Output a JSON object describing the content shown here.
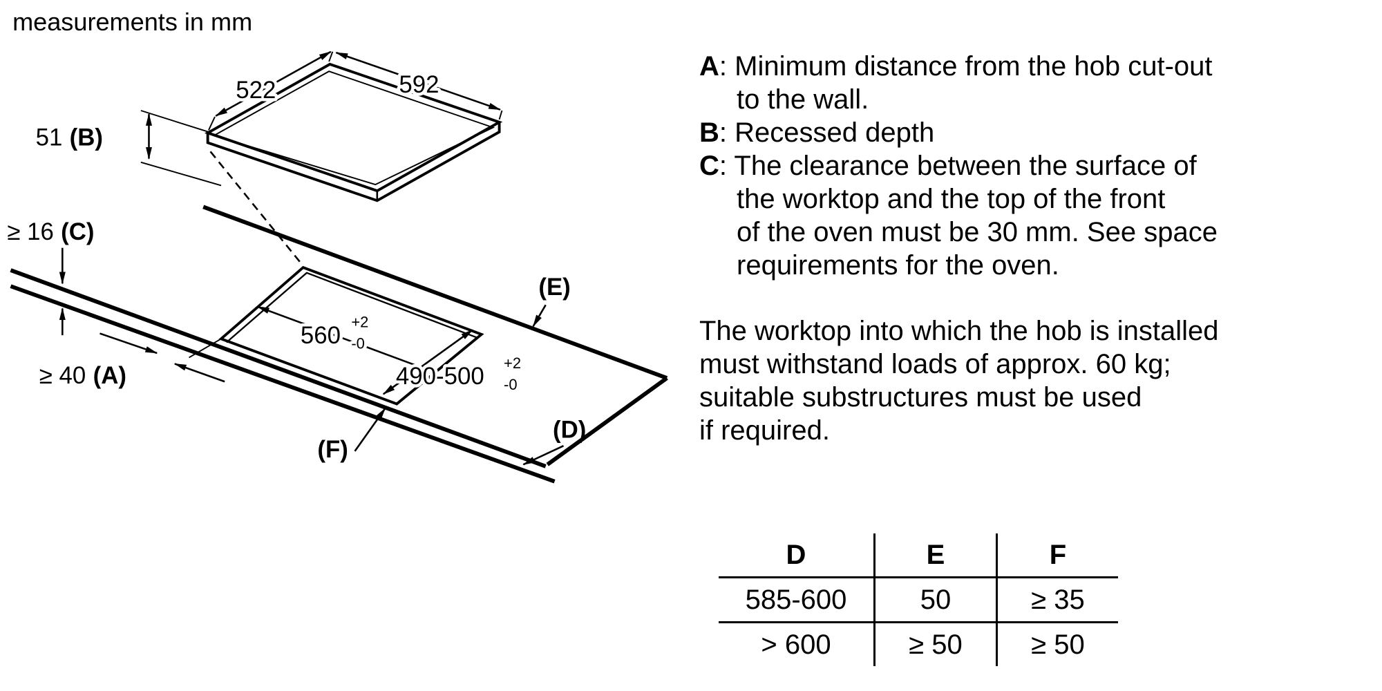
{
  "note": "measurements in mm",
  "diagram": {
    "dim_522": "522",
    "dim_592": "592",
    "dim_51": "51",
    "label_b": "(B)",
    "dim_16": "≥ 16",
    "label_c": "(C)",
    "dim_40": "≥ 40",
    "label_a": "(A)",
    "cutout_width": "560",
    "cutout_width_tol_top": "+2",
    "cutout_width_tol_bottom": "-0",
    "cutout_depth": "490-500",
    "cutout_depth_tol_top": "+2",
    "cutout_depth_tol_bottom": "-0",
    "label_d": "(D)",
    "label_e": "(E)",
    "label_f": "(F)"
  },
  "legend": {
    "items": [
      {
        "key": "A",
        "text": [
          ": Minimum distance from the hob cut-out",
          "to the wall."
        ]
      },
      {
        "key": "B",
        "text": [
          ": Recessed depth"
        ]
      },
      {
        "key": "C",
        "text": [
          ": The clearance between the surface of",
          "the worktop and the top of the front",
          "of the oven must be 30 mm. See space",
          "requirements for the oven."
        ]
      }
    ]
  },
  "paragraph": [
    "The worktop into which the hob is installed",
    "must withstand loads of approx. 60 kg;",
    "suitable substructures must be used",
    "if required."
  ],
  "table": {
    "headers": [
      "D",
      "E",
      "F"
    ],
    "rows": [
      [
        "585-600",
        "50",
        "≥ 35"
      ],
      [
        "> 600",
        "≥ 50",
        "≥ 50"
      ]
    ]
  }
}
